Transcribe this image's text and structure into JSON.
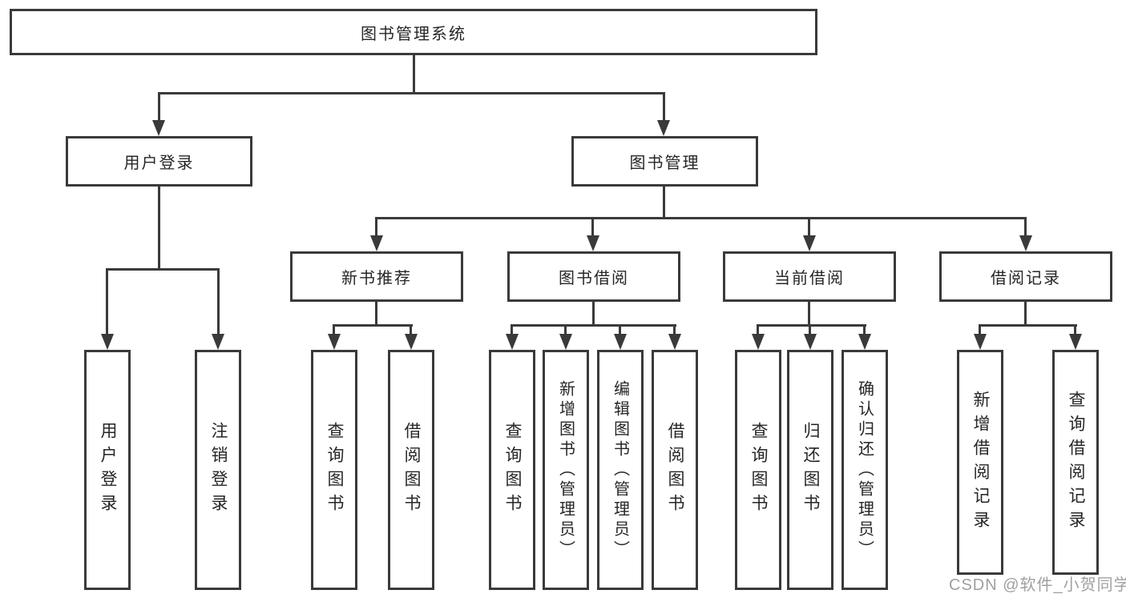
{
  "tree": {
    "label": "图书管理系统",
    "children": [
      {
        "label": "用户登录",
        "children": [
          {
            "label": "用户登录"
          },
          {
            "label": "注销登录"
          }
        ]
      },
      {
        "label": "图书管理",
        "children": [
          {
            "label": "新书推荐",
            "children": [
              {
                "label": "查询图书"
              },
              {
                "label": "借阅图书"
              }
            ]
          },
          {
            "label": "图书借阅",
            "children": [
              {
                "label": "查询图书"
              },
              {
                "label": "新增图书（管理员）"
              },
              {
                "label": "编辑图书（管理员）"
              },
              {
                "label": "借阅图书"
              }
            ]
          },
          {
            "label": "当前借阅",
            "children": [
              {
                "label": "查询图书"
              },
              {
                "label": "归还图书"
              },
              {
                "label": "确认归还（管理员）"
              }
            ]
          },
          {
            "label": "借阅记录",
            "children": [
              {
                "label": "新增借阅记录"
              },
              {
                "label": "查询借阅记录"
              }
            ]
          }
        ]
      }
    ]
  },
  "watermark": {
    "text": "CSDN @软件_小贺同学"
  },
  "colors": {
    "line": "#3a3a3a",
    "text": "#262626",
    "background": "#ffffff",
    "watermark": "#a0a0a0"
  }
}
